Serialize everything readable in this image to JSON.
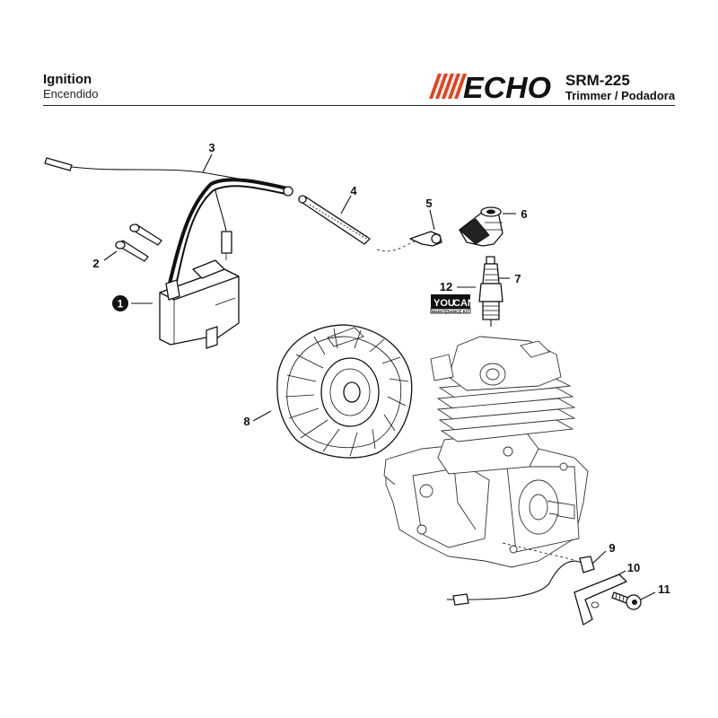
{
  "header": {
    "title": "Ignition",
    "subtitle": "Encendido",
    "brand": "ECHO",
    "model": "SRM-225",
    "product": "Trimmer / Podadora"
  },
  "colors": {
    "brand_orange": "#e8401c",
    "ink": "#111111"
  },
  "callouts": [
    "1",
    "2",
    "3",
    "4",
    "5",
    "6",
    "7",
    "8",
    "9",
    "10",
    "11",
    "12"
  ],
  "kit_badge": {
    "line1": "YOU",
    "line2": "CAN",
    "line3": "MAINTENANCE KIT"
  }
}
